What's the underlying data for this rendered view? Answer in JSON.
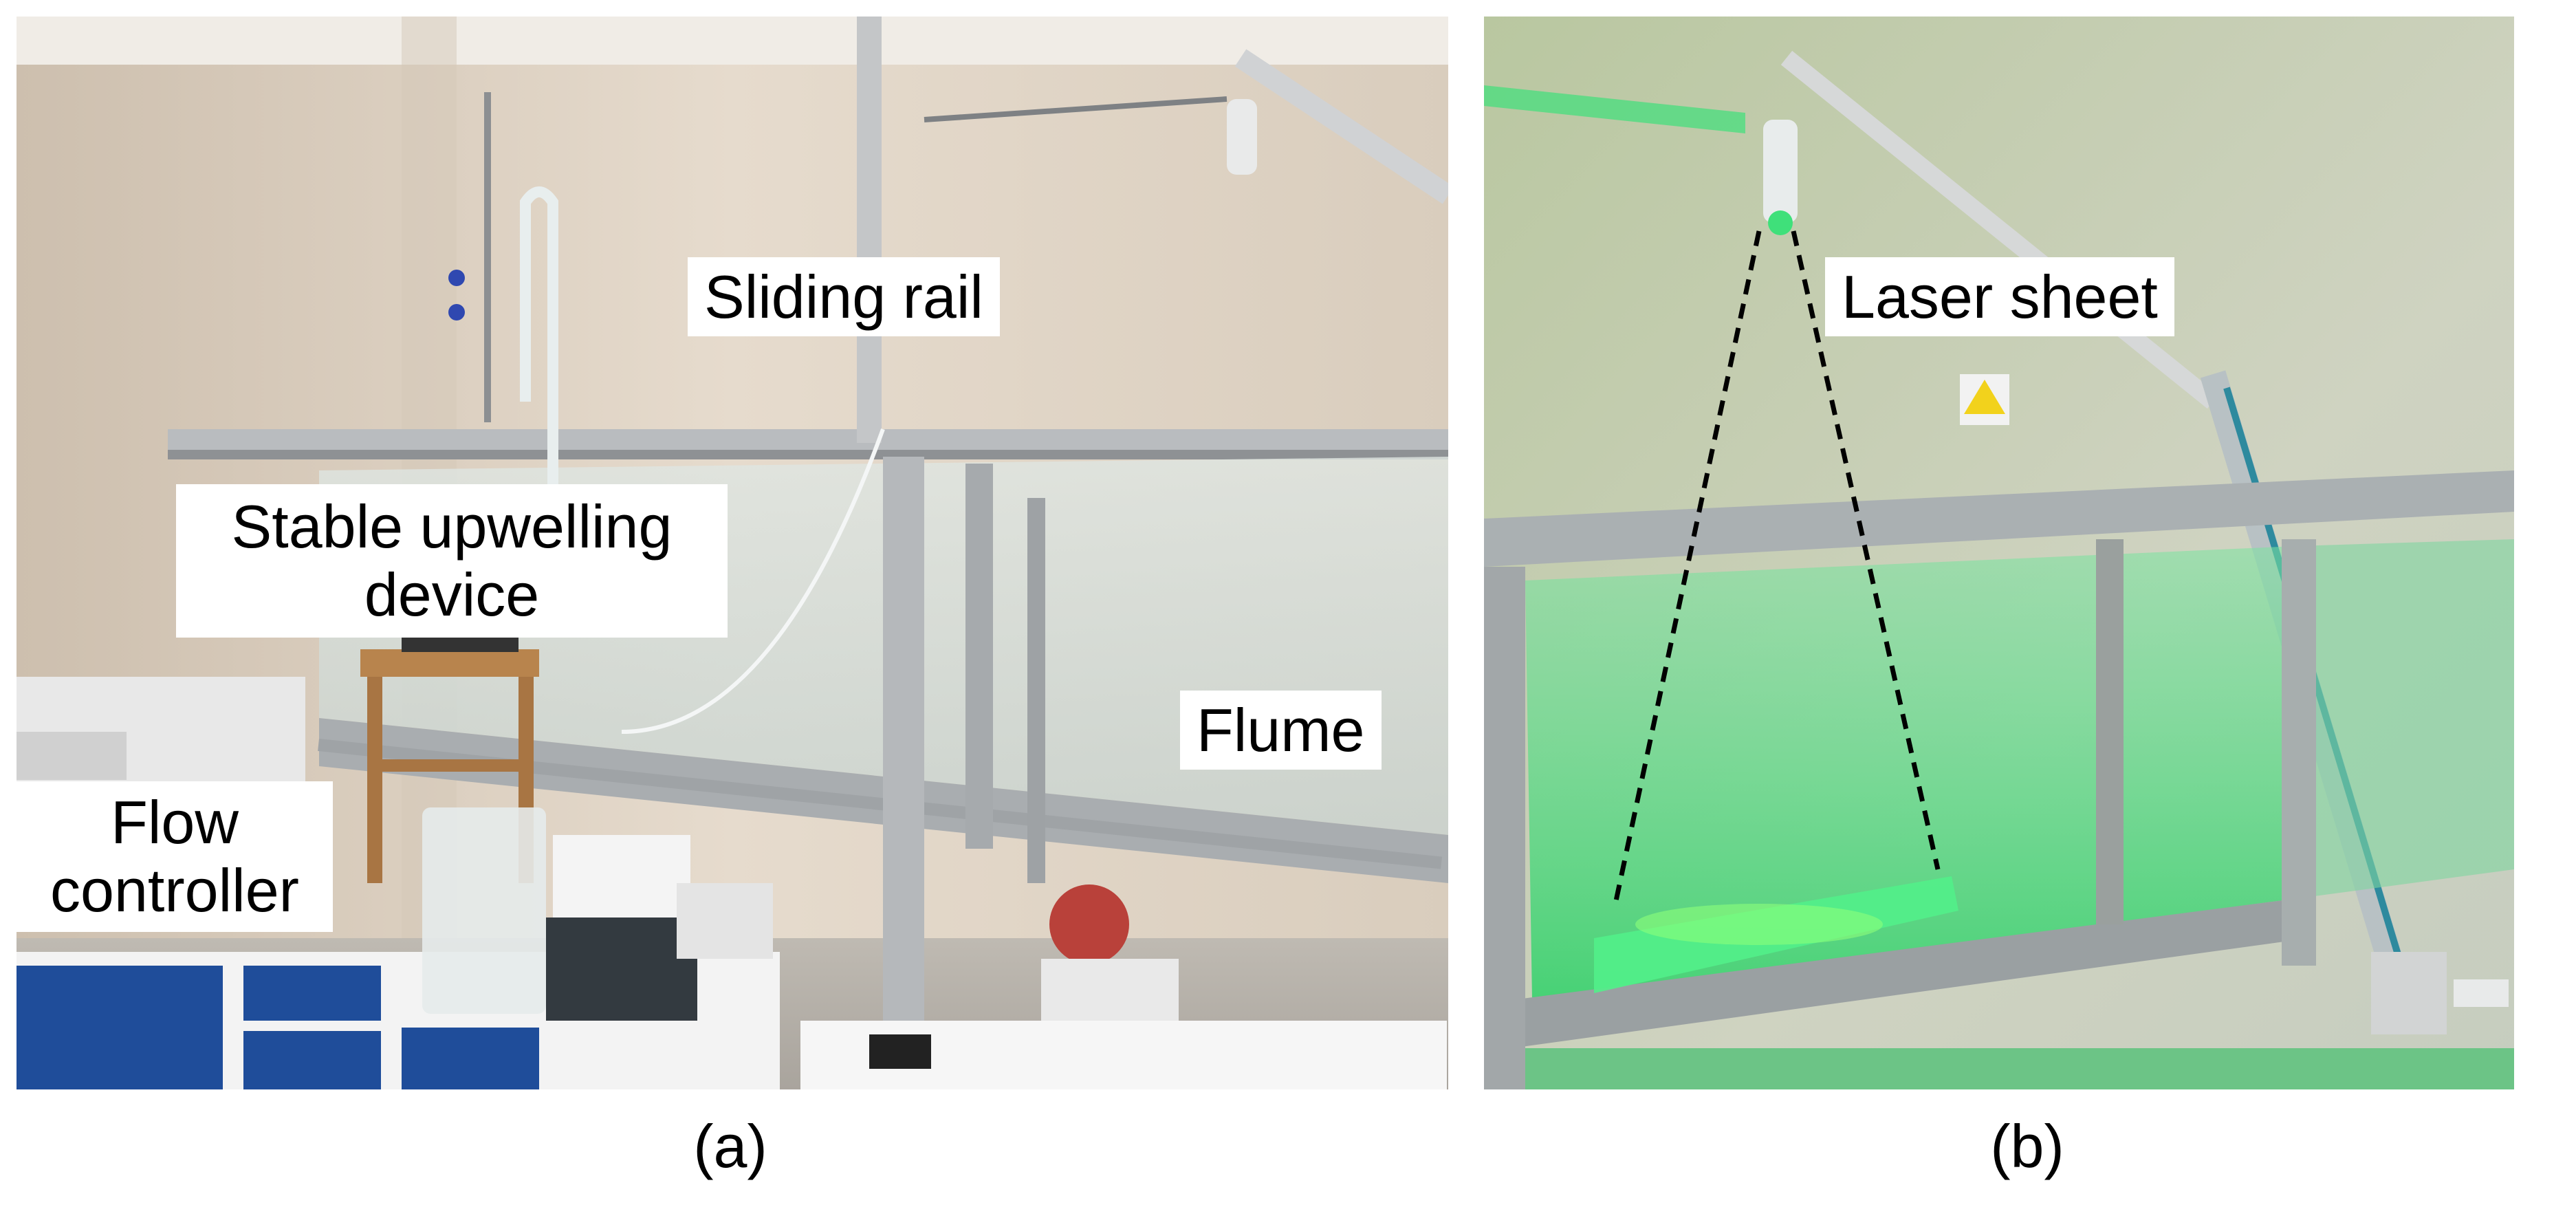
{
  "panel_a": {
    "labels": {
      "sliding_rail": "Sliding rail",
      "stable_upwelling_line1": "Stable upwelling",
      "stable_upwelling_line2": "device",
      "flume": "Flume",
      "flow_controller_line1": "Flow",
      "flow_controller_line2": "controller"
    },
    "caption": "(a)"
  },
  "panel_b": {
    "labels": {
      "laser_sheet": "Laser sheet"
    },
    "caption": "(b)"
  },
  "colors": {
    "wall": "#e8ddd0",
    "laser_green": "#3fe07a",
    "aluminum": "#b9bcbf"
  }
}
